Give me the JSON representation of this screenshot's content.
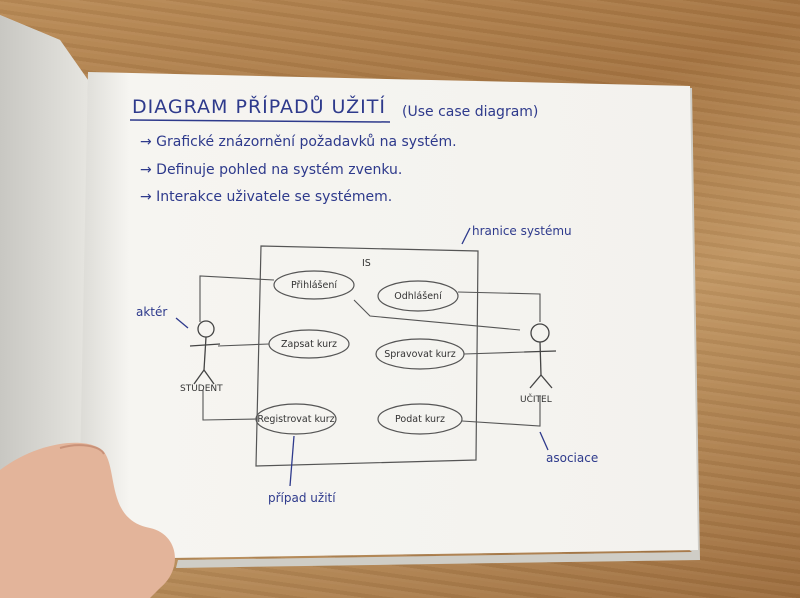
{
  "notebook": {
    "title": "DIAGRAM PŘÍPADŮ UŽITÍ",
    "subtitle": "(Use case diagram)",
    "bullets": [
      "→ Grafické znázornění požadavků na systém.",
      "→ Definuje pohled na systém zvenku.",
      "→ Interakce uživatele se systémem."
    ]
  },
  "diagram": {
    "system_name": "IS",
    "system_boundary_note": "hranice systému",
    "actor_note": "aktér",
    "use_case_note": "případ užití",
    "association_note": "asociace",
    "actors": {
      "left": "STUDENT",
      "right": "UČITEL"
    },
    "use_cases": {
      "login": "Přihlášení",
      "logout": "Odhlášení",
      "enroll": "Zapsat kurz",
      "manage": "Spravovat kurz",
      "register": "Registrovat kurz",
      "submit": "Podat kurz"
    }
  },
  "colors": {
    "pen_blue": "#2e3a8c",
    "pencil": "#3a3a3a",
    "paper": "#f7f6f2",
    "desk": "#b07d48"
  }
}
